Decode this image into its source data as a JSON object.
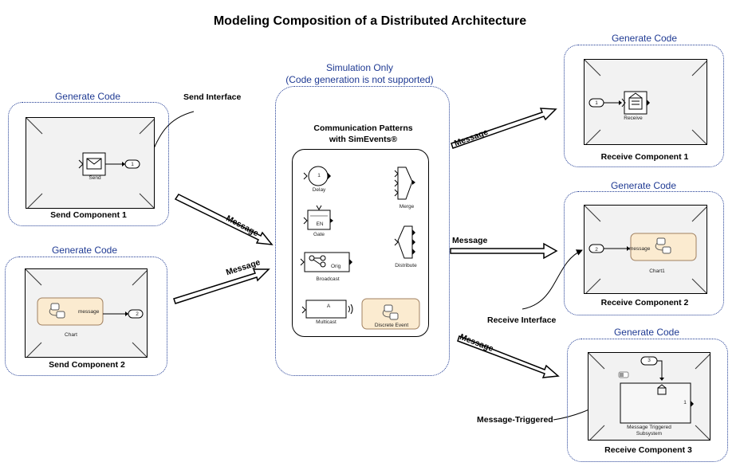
{
  "title": "Modeling Composition of a Distributed Architecture",
  "send1": {
    "generate": "Generate Code",
    "caption": "Send Component 1",
    "block_label": "Send",
    "port": "1"
  },
  "send2": {
    "generate": "Generate Code",
    "caption": "Send Component 2",
    "block_label": "Chart",
    "msg_label": "message",
    "port": "2"
  },
  "send_interface": "Send Interface",
  "sim": {
    "line1": "Simulation Only",
    "line2": "(Code generation is not supported)",
    "patterns_line1": "Communication Patterns",
    "patterns_line2": "with SimEvents®",
    "blocks": {
      "delay": "Delay",
      "delay_num": "1",
      "merge": "Merge",
      "gate": "Gate",
      "gate_en": "EN",
      "distribute": "Distribute",
      "broadcast": "Broadcast",
      "orig": "Orig",
      "multicast": "Multicast",
      "multicast_a": "A",
      "discrete_event": "Discrete Event"
    }
  },
  "arrows": {
    "m1": "Message",
    "m2": "Message",
    "m3": "Message",
    "m4": "Message",
    "m5": "Message"
  },
  "recv1": {
    "generate": "Generate  Code",
    "caption": "Receive Component 1",
    "block_label": "Receive",
    "port": "1"
  },
  "recv2": {
    "generate": "Generate  Code",
    "caption": "Receive Component 2",
    "block_label": "Chart1",
    "msg_label": "message",
    "port": "2"
  },
  "receive_interface": "Receive Interface",
  "recv3": {
    "generate": "Generate  Code",
    "caption": "Receive Component 3",
    "block_line1": "Message Triggered",
    "block_line2": "Subsystem",
    "port": "3",
    "out_port": "1"
  },
  "message_triggered": "Message-Triggered"
}
